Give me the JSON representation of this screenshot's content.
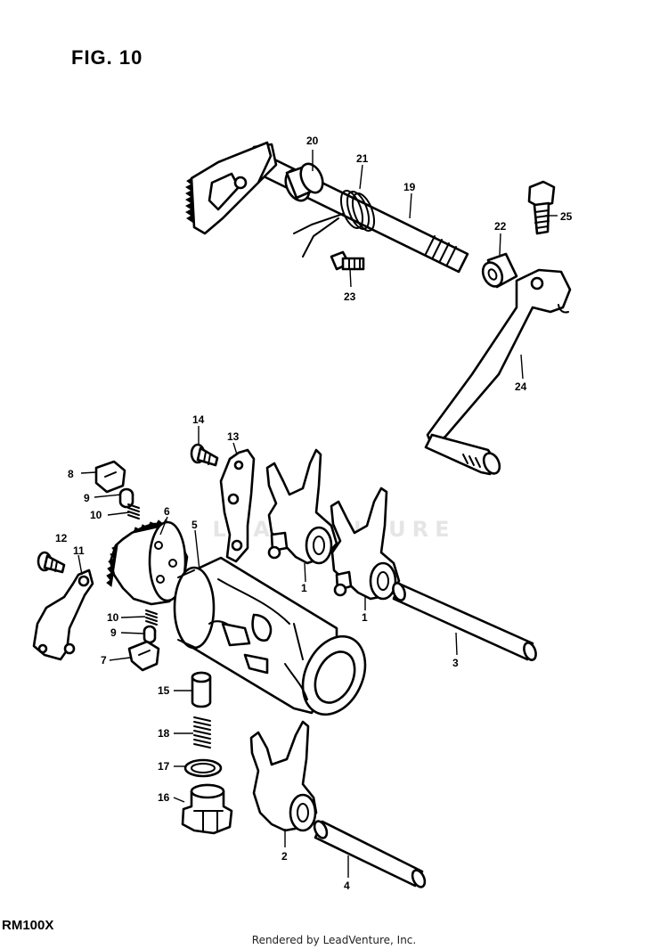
{
  "figure_title": "FIG. 10",
  "model": "RM100X",
  "footer": "Rendered by LeadVenture, Inc.",
  "watermark": "LEADVENTURE",
  "callouts": [
    "20",
    "21",
    "19",
    "22",
    "23",
    "25",
    "24",
    "14",
    "13",
    "8",
    "9",
    "10",
    "6",
    "5",
    "12",
    "11",
    "1",
    "1",
    "10",
    "9",
    "7",
    "3",
    "15",
    "18",
    "17",
    "16",
    "2",
    "4"
  ]
}
